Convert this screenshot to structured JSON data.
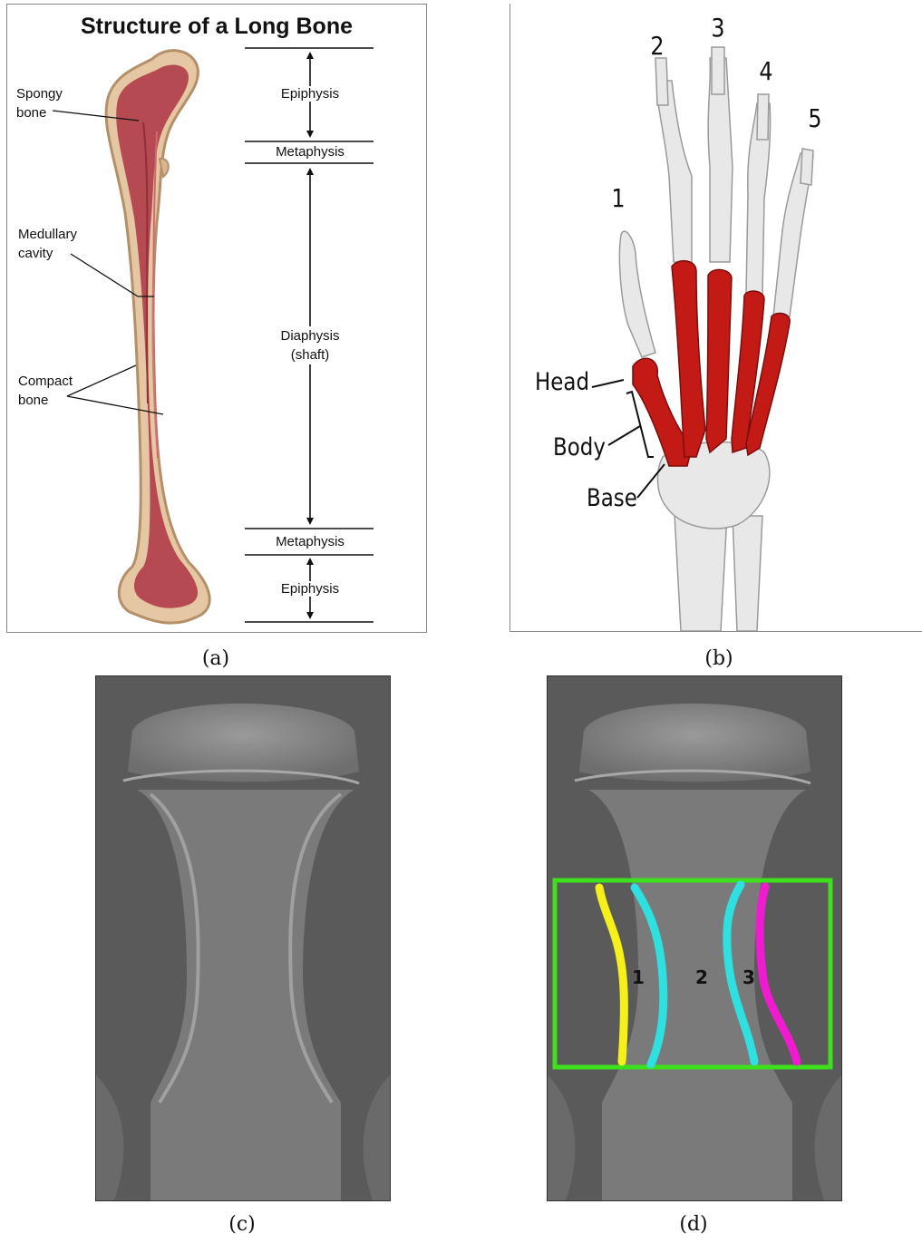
{
  "panel_a": {
    "title": "Structure of a Long Bone",
    "labels": {
      "spongy": "Spongy\nbone",
      "medullary": "Medullary\ncavity",
      "compact": "Compact\nbone"
    },
    "regions": {
      "epiphysis_top": "Epiphysis",
      "metaphysis_top": "Metaphysis",
      "diaphysis": "Diaphysis\n(shaft)",
      "metaphysis_bottom": "Metaphysis",
      "epiphysis_bottom": "Epiphysis"
    },
    "caption": "(a)"
  },
  "panel_b": {
    "finger_numbers": [
      "1",
      "2",
      "3",
      "4",
      "5"
    ],
    "labels": {
      "head": "Head",
      "body": "Body",
      "base": "Base"
    },
    "caption": "(b)",
    "highlight_color": "#c41a16"
  },
  "panel_c": {
    "caption": "(c)"
  },
  "panel_d": {
    "region_numbers": [
      "1",
      "2",
      "3"
    ],
    "caption": "(d)",
    "colors": {
      "box": "#3ee01e",
      "line_left": "#f5f01a",
      "line_cyan": "#2ee0e0",
      "line_right": "#f01ad0"
    }
  }
}
